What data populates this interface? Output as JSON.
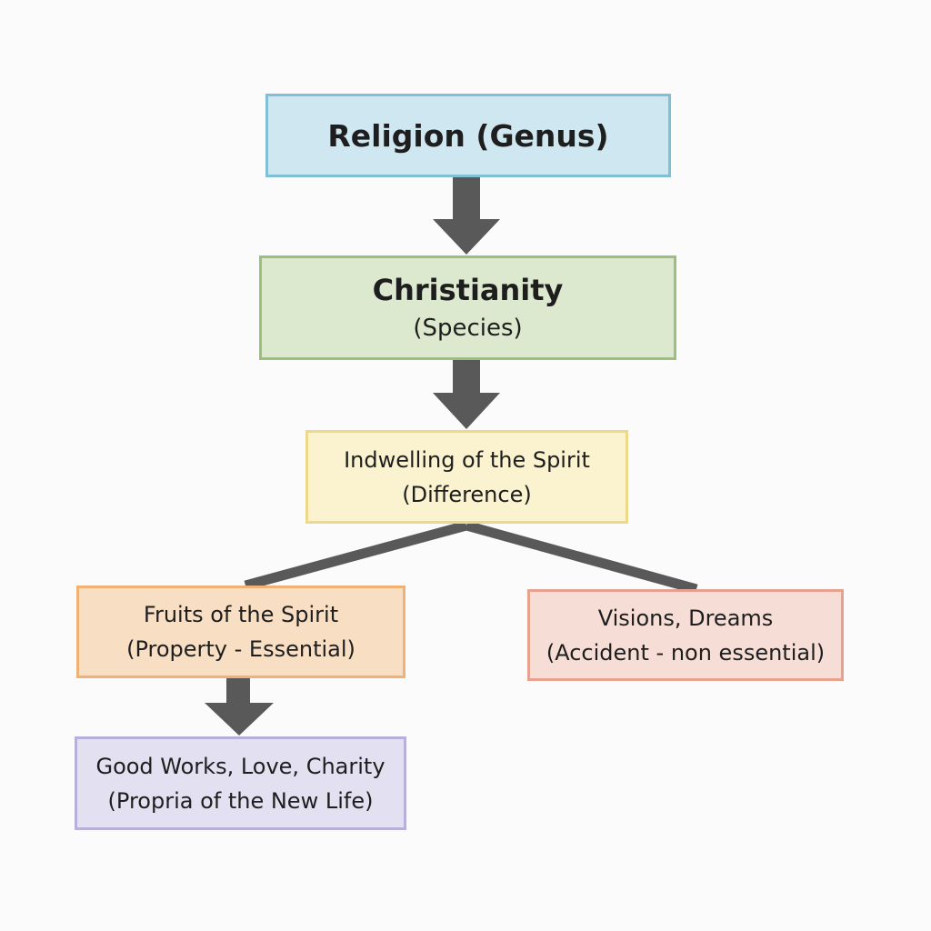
{
  "nodes": {
    "genus": {
      "label": "Religion (Genus)"
    },
    "species": {
      "line1": "Christianity",
      "line2": "(Species)"
    },
    "difference": {
      "line1": "Indwelling of the Spirit",
      "line2": "(Difference)"
    },
    "property": {
      "line1": "Fruits of the Spirit",
      "line2": "(Property - Essential)"
    },
    "accident": {
      "line1": "Visions, Dreams",
      "line2": "(Accident - non essential)"
    },
    "propria": {
      "line1": "Good Works, Love, Charity",
      "line2": "(Propria of the New Life)"
    }
  },
  "edges": [
    {
      "from": "genus",
      "to": "species",
      "style": "arrow"
    },
    {
      "from": "species",
      "to": "difference",
      "style": "arrow"
    },
    {
      "from": "difference",
      "to": "property",
      "style": "line"
    },
    {
      "from": "difference",
      "to": "accident",
      "style": "line"
    },
    {
      "from": "property",
      "to": "propria",
      "style": "arrow"
    }
  ],
  "colors": {
    "connector": "#595959",
    "genus_fill": "#cfe7f0",
    "species_fill": "#dde9cf",
    "difference_fill": "#fbf3cf",
    "property_fill": "#f8dfc4",
    "accident_fill": "#f6ddd6",
    "propria_fill": "#e2e0f1"
  }
}
